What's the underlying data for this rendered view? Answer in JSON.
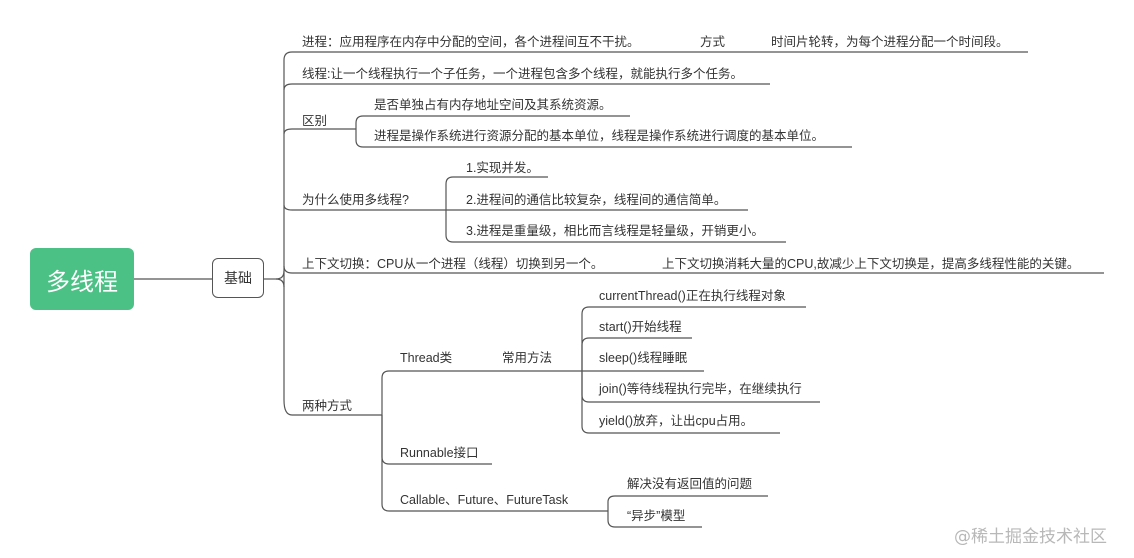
{
  "root": {
    "label": "多线程"
  },
  "hub": {
    "label": "基础"
  },
  "topics": {
    "process": {
      "label": "进程：应用程序在内存中分配的空间，各个进程间互不干扰。",
      "way_label": "方式",
      "way_value": "时间片轮转，为每个进程分配一个时间段。"
    },
    "thread": {
      "label": "线程:让一个线程执行一个子任务，一个进程包含多个线程，就能执行多个任务。"
    },
    "difference": {
      "label": "区别",
      "items": [
        "是否单独占有内存地址空间及其系统资源。",
        "进程是操作系统进行资源分配的基本单位，线程是操作系统进行调度的基本单位。"
      ]
    },
    "why": {
      "label": "为什么使用多线程?",
      "items": [
        "1.实现并发。",
        "2.进程间的通信比较复杂，线程间的通信简单。",
        "3.进程是重量级，相比而言线程是轻量级，开销更小。"
      ]
    },
    "context_switch": {
      "label": "上下文切换：CPU从一个进程（线程）切换到另一个。",
      "detail": "上下文切换消耗大量的CPU,故减少上下文切换是，提高多线程性能的关键。"
    },
    "two_ways": {
      "label": "两种方式",
      "thread_class": {
        "label": "Thread类",
        "methods_label": "常用方法",
        "methods": [
          "currentThread()正在执行线程对象",
          "start()开始线程",
          "sleep()线程睡眠",
          "join()等待线程执行完毕，在继续执行",
          "yield()放弃，让出cpu占用。"
        ]
      },
      "runnable": {
        "label": "Runnable接口"
      },
      "callable": {
        "label": "Callable、Future、FutureTask",
        "items": [
          "解决没有返回值的问题",
          "“异步”模型"
        ]
      }
    }
  },
  "watermark": "@稀土掘金技术社区",
  "colors": {
    "root_fill": "#4cc185",
    "line": "#555555",
    "text": "#333333"
  }
}
